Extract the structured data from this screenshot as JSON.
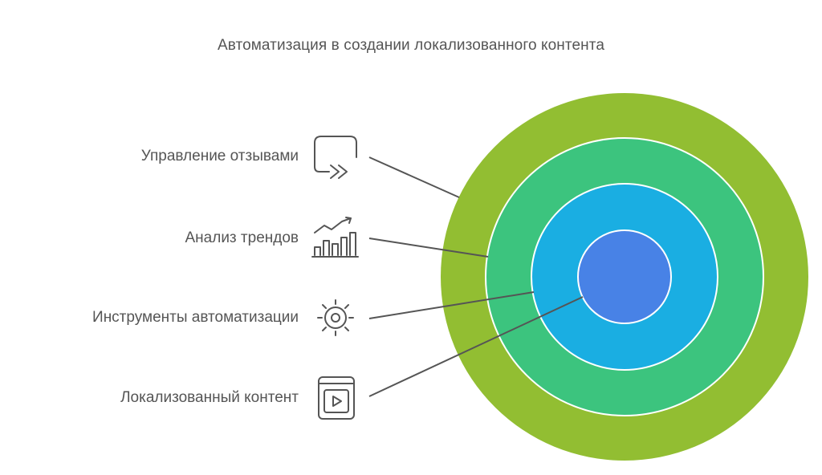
{
  "title": "Автоматизация в создании локализованного контента",
  "layers": [
    {
      "label": "Управление отзывами",
      "icon": "chat-reply-icon",
      "color": "#92BE32"
    },
    {
      "label": "Анализ трендов",
      "icon": "trend-bars-icon",
      "color": "#3CC47E"
    },
    {
      "label": "Инструменты автоматизации",
      "icon": "gear-icon",
      "color": "#1AAEE2"
    },
    {
      "label": "Локализованный контент",
      "icon": "video-book-icon",
      "color": "#4882E6"
    }
  ]
}
